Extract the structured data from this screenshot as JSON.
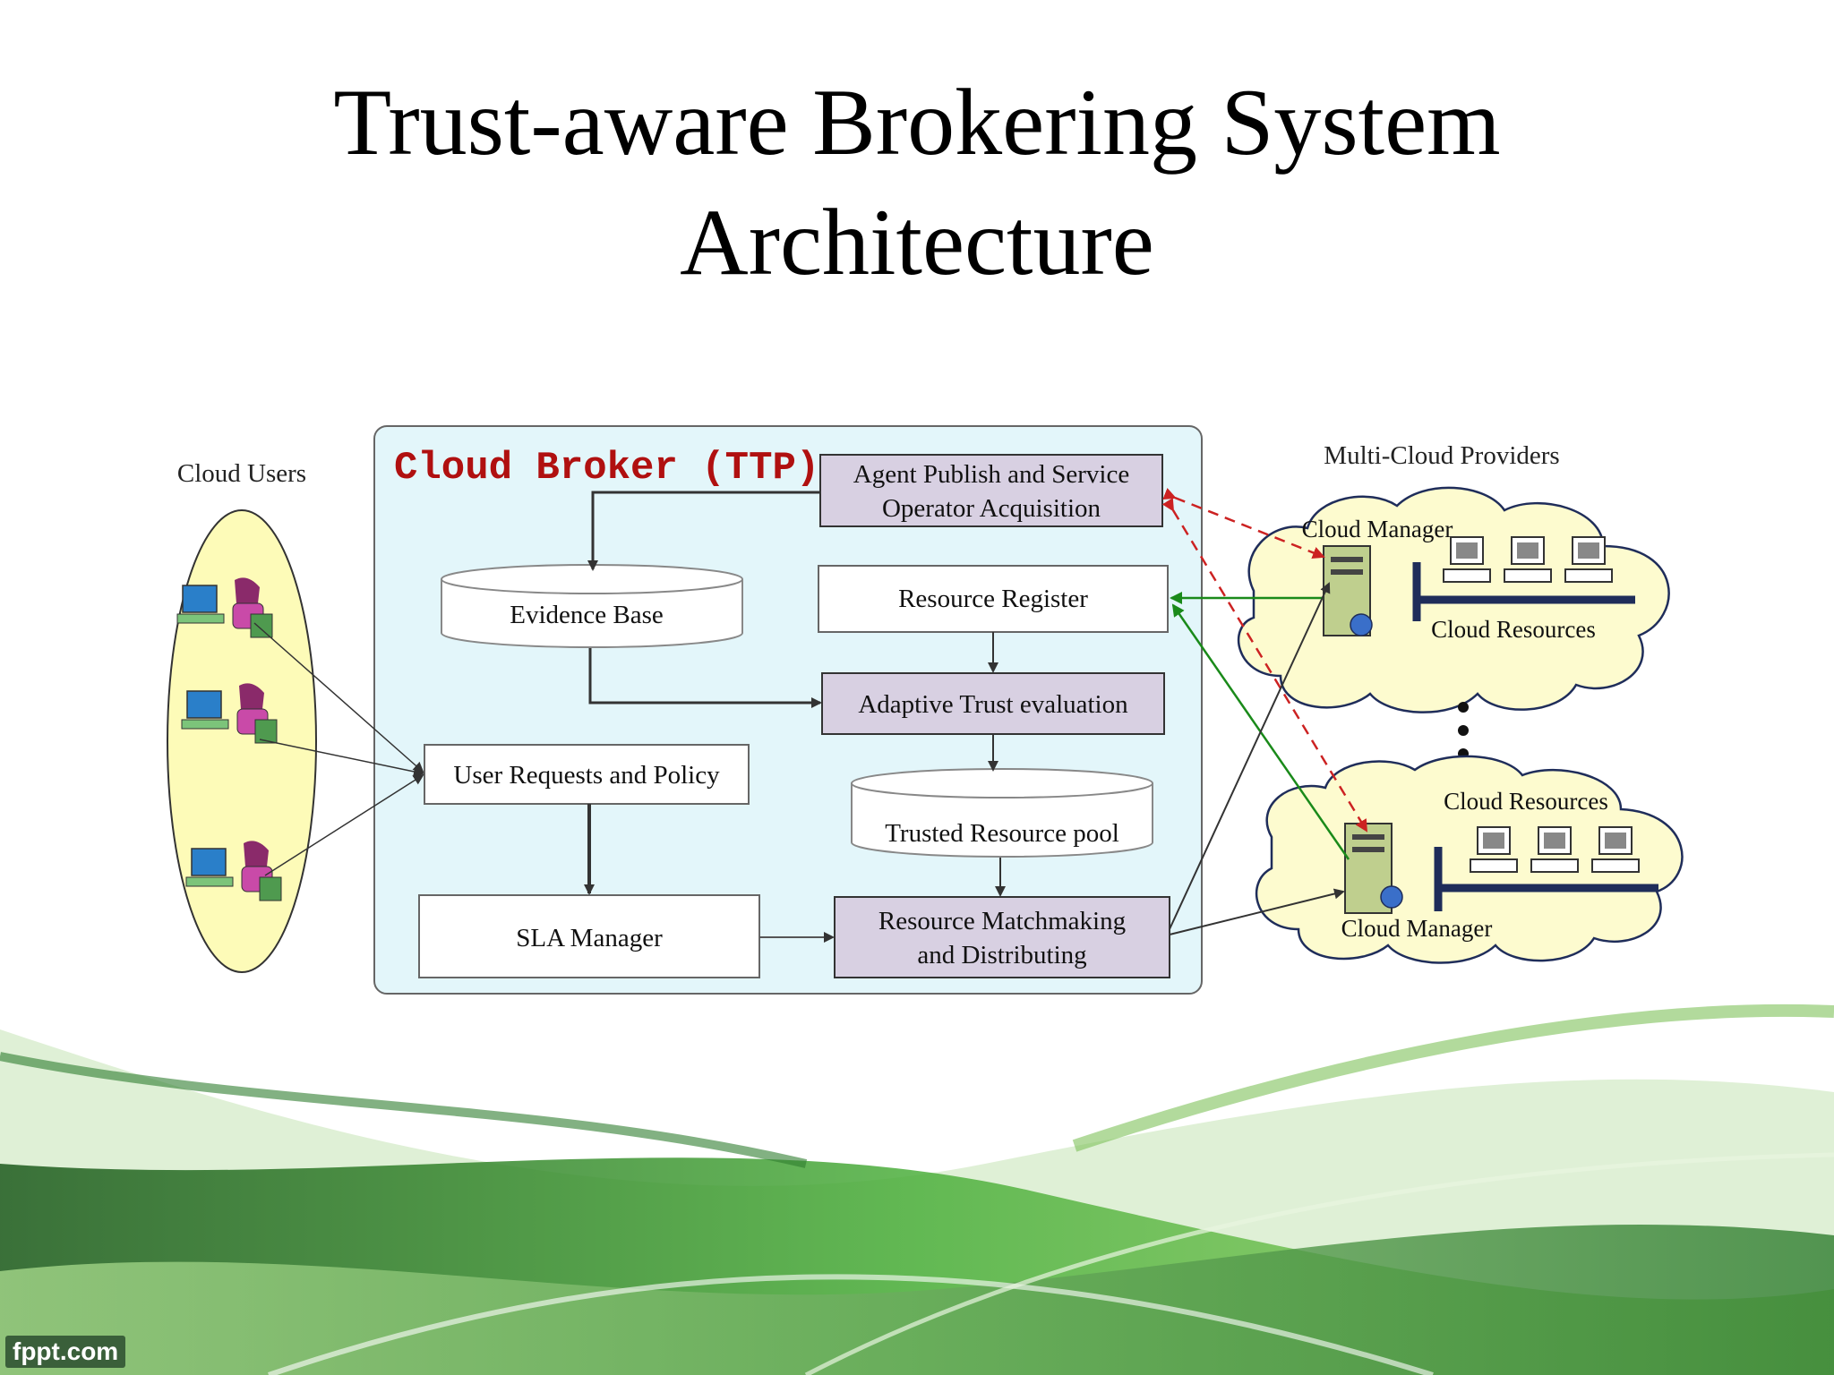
{
  "slide": {
    "title_line1": "Trust-aware Brokering System",
    "title_line2": "Architecture",
    "footer": "fppt.com"
  },
  "diagram": {
    "cloud_users_label": "Cloud Users",
    "broker_label": "Cloud Broker (TTP)",
    "multi_cloud_label": "Multi-Cloud Providers",
    "agent_publish_line1": "Agent Publish and Service",
    "agent_publish_line2": "Operator Acquisition",
    "evidence_base": "Evidence Base",
    "resource_register": "Resource Register",
    "adaptive_trust": "Adaptive Trust evaluation",
    "user_requests": "User Requests and Policy",
    "trusted_pool": "Trusted Resource pool",
    "sla_manager": "SLA Manager",
    "matchmaking_line1": "Resource Matchmaking",
    "matchmaking_line2": "and Distributing",
    "cloud1_manager": "Cloud Manager",
    "cloud1_resources": "Cloud Resources",
    "cloud2_resources": "Cloud Resources",
    "cloud2_manager": "Cloud Manager"
  },
  "colors": {
    "broker_bg": "#e3f6fa",
    "purple_box": "#d8d0e2",
    "ellipse_fill": "#fdfbb8",
    "cloud_fill": "#fdfbcf",
    "broker_title": "#b01010",
    "green_arrow": "#1a8a1a",
    "red_dashed": "#cc2222",
    "navy": "#1f2d5a"
  }
}
